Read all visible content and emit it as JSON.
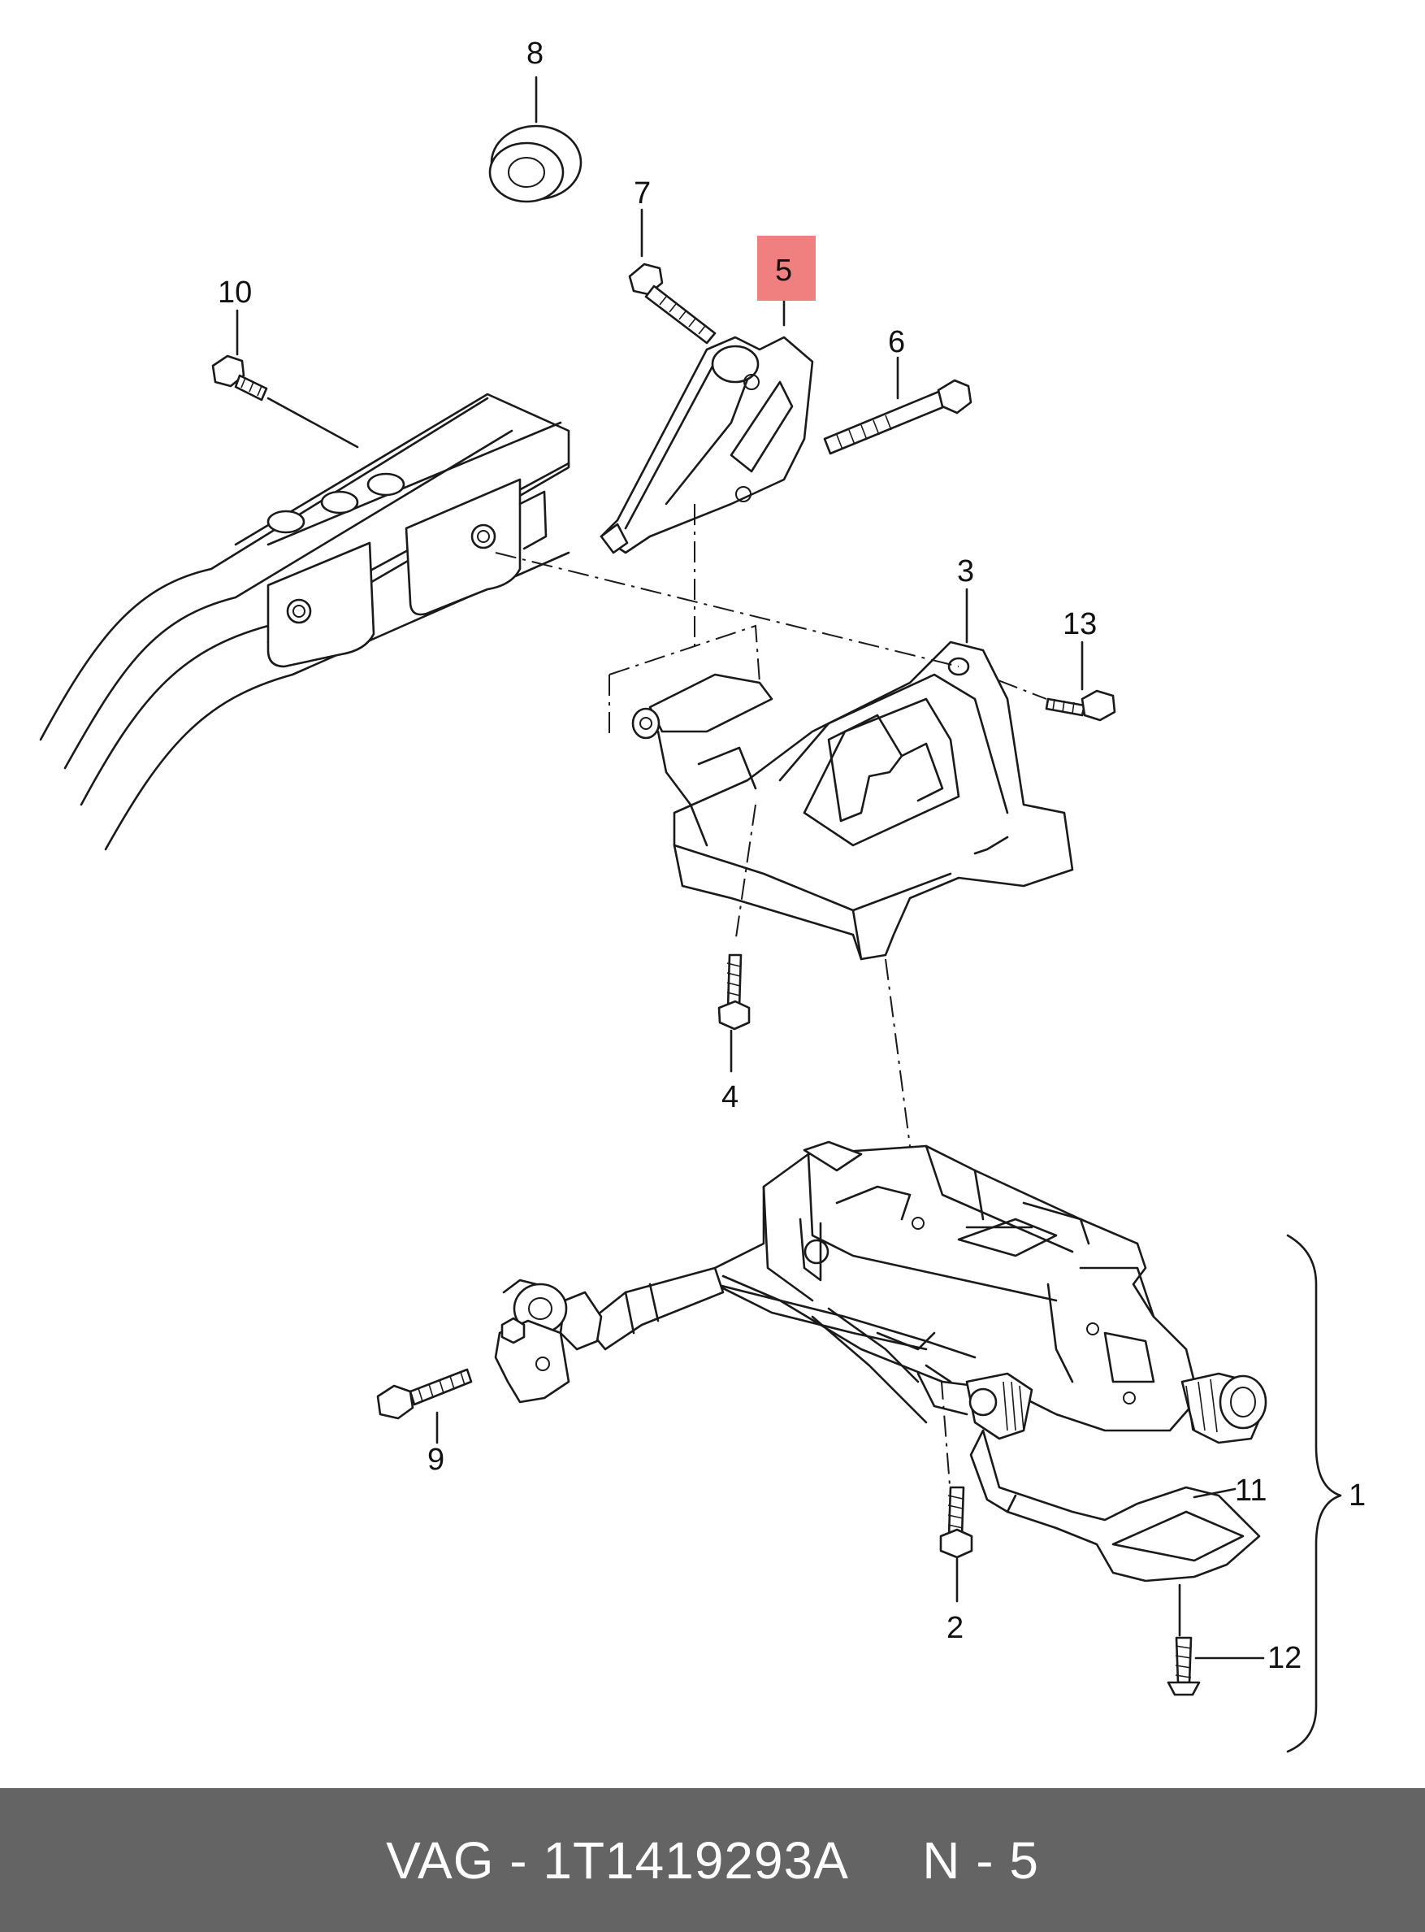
{
  "diagram": {
    "callouts": [
      "1",
      "2",
      "3",
      "4",
      "5",
      "6",
      "7",
      "8",
      "9",
      "10",
      "11",
      "12",
      "13"
    ],
    "highlighted_callout": "5",
    "highlight_color": "#f08080"
  },
  "footer": {
    "brand": "VAG",
    "part_number": "1T1419293A",
    "position_label": "N",
    "position_value": "5",
    "text": "VAG - 1T1419293A     N - 5",
    "background_color": "#646464",
    "text_color": "#ffffff"
  }
}
